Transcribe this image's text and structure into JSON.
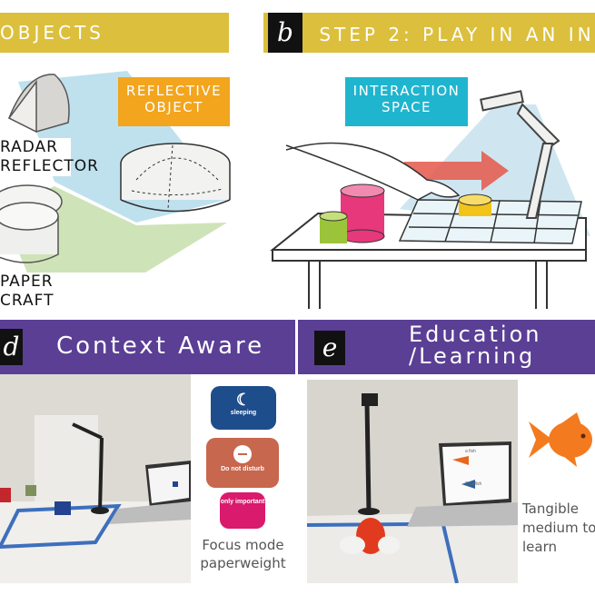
{
  "panel_a": {
    "banner": "OBJECTS",
    "labels": {
      "reflective": "REFLECTIVE OBJECT",
      "radar": "RADAR REFLECTOR",
      "paper": "PAPER CRAFT"
    }
  },
  "panel_b": {
    "letter": "b",
    "banner": "STEP 2: PLAY IN AN IN",
    "label": "INTERACTION SPACE"
  },
  "panel_d": {
    "letter": "d",
    "banner": "Context Aware",
    "modes": [
      "sleeping",
      "Do not disturb",
      "only important"
    ],
    "caption": "Focus mode paperweight"
  },
  "panel_e": {
    "letter": "e",
    "banner": "Education /Learning",
    "caption": "Tangible medium to learn",
    "screen_texts": [
      "a fish",
      "Goldfish"
    ]
  },
  "colors": {
    "banner_yellow": "#dcbf3c",
    "banner_purple": "#5a3f95",
    "tag_orange": "#f2a51d",
    "tag_cyan": "#1fb5cf",
    "mode_sleeping": "#1e4d8c",
    "mode_dnd": "#c7674e",
    "mode_important": "#d91a6d"
  }
}
